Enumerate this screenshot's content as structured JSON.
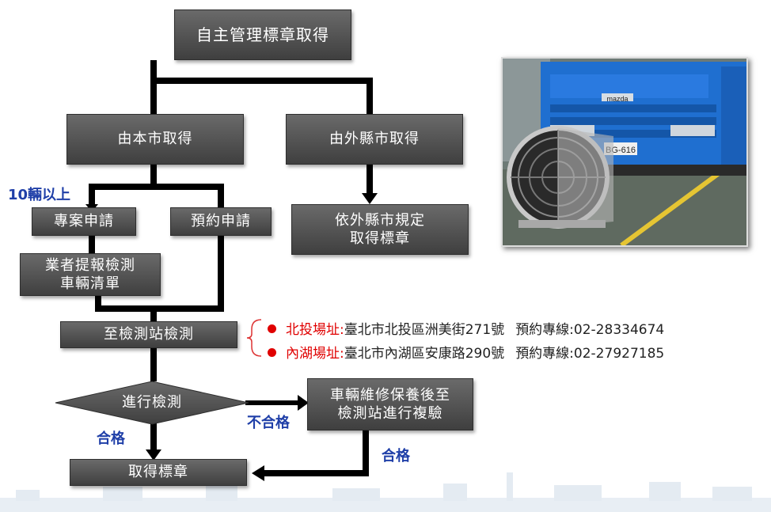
{
  "nodes": {
    "top": "自主管理標章取得",
    "city": "由本市取得",
    "other_county": "由外縣市取得",
    "other_county_rule_1": "依外縣市規定",
    "other_county_rule_2": "取得標章",
    "project": "專案申請",
    "appointment": "預約申請",
    "list_1": "業者提報檢測",
    "list_2": "車輛清單",
    "to_station": "至檢測站檢測",
    "inspect": "進行檢測",
    "repair_1": "車輛維修保養後至",
    "repair_2": "檢測站進行複驗",
    "obtain": "取得標章"
  },
  "labels": {
    "over_10": "10輛以上",
    "pass_1": "合格",
    "fail": "不合格",
    "pass_2": "合格"
  },
  "sites": [
    {
      "name": "北投場址:",
      "address": "臺北市北投區洲美街271號",
      "hotline": "預約專線:02-28334674"
    },
    {
      "name": "內湖場址:",
      "address": "臺北市內湖區安康路290號",
      "hotline": "預約專線:02-27927185"
    }
  ],
  "photo": {
    "plate": "BG-616",
    "brand": "mazda"
  },
  "colors": {
    "box": "#4f4f4f",
    "label_blue": "#1f3fa8",
    "red": "#e00000",
    "truck": "#1f6fd0"
  }
}
